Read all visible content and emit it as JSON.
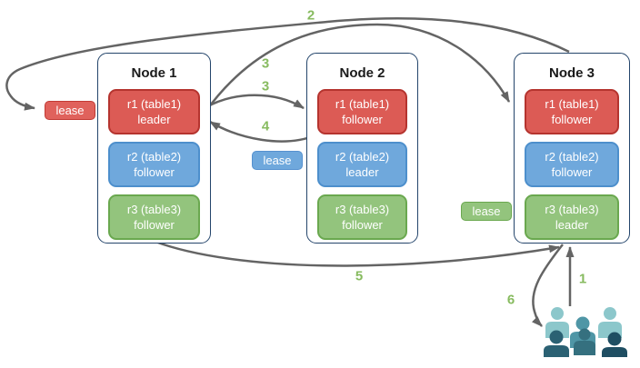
{
  "nodes": [
    {
      "title": "Node 1",
      "replicas": [
        {
          "name": "r1 (table1)",
          "role": "leader",
          "color": "red"
        },
        {
          "name": "r2 (table2)",
          "role": "follower",
          "color": "blue"
        },
        {
          "name": "r3 (table3)",
          "role": "follower",
          "color": "green"
        }
      ]
    },
    {
      "title": "Node 2",
      "replicas": [
        {
          "name": "r1 (table1)",
          "role": "follower",
          "color": "red"
        },
        {
          "name": "r2 (table2)",
          "role": "leader",
          "color": "blue"
        },
        {
          "name": "r3 (table3)",
          "role": "follower",
          "color": "green"
        }
      ]
    },
    {
      "title": "Node 3",
      "replicas": [
        {
          "name": "r1 (table1)",
          "role": "follower",
          "color": "red"
        },
        {
          "name": "r2 (table2)",
          "role": "follower",
          "color": "blue"
        },
        {
          "name": "r3 (table3)",
          "role": "leader",
          "color": "green"
        }
      ]
    }
  ],
  "leases": {
    "red": "lease",
    "blue": "lease",
    "green": "lease"
  },
  "steps": {
    "s1": "1",
    "s2": "2",
    "s3a": "3",
    "s3b": "3",
    "s4": "4",
    "s5": "5",
    "s6": "6"
  },
  "icons": {
    "users": "users-group-icon"
  },
  "colors": {
    "red_fill": "#dc5b55",
    "red_border": "#b5342f",
    "blue_fill": "#6fa8dc",
    "blue_border": "#4d8fcc",
    "green_fill": "#93c47d",
    "green_border": "#6aa84f",
    "node_border": "#24456b",
    "arrow": "#646464",
    "step_label": "#87bb5f",
    "users_light": "#8cc7cb",
    "users_medium": "#4f96a6",
    "users_dark": "#2b6173"
  }
}
